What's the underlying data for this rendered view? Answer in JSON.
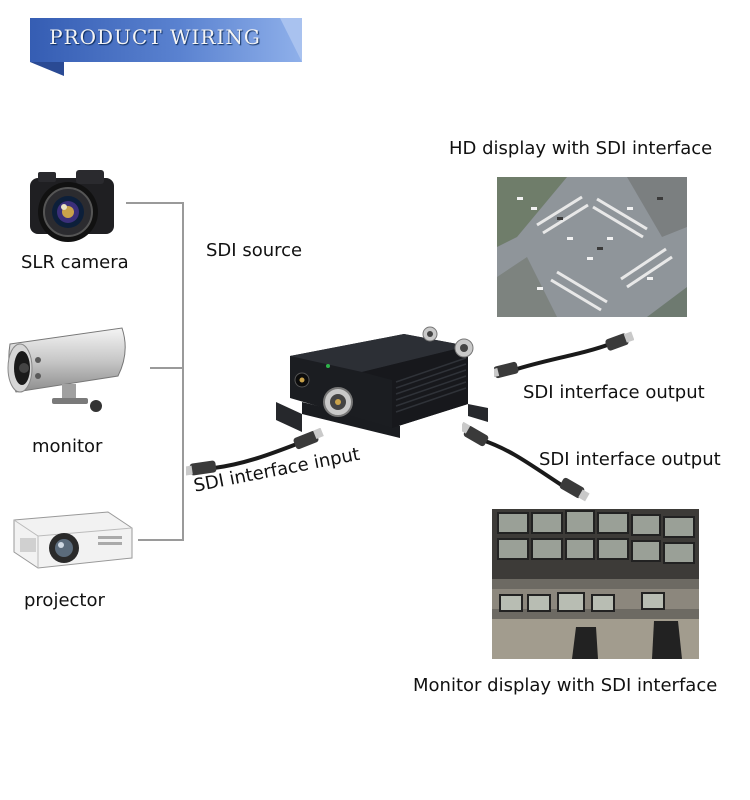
{
  "banner": {
    "title": "PRODUCT WIRING"
  },
  "sources": {
    "camera_label": "SLR camera",
    "monitor_label": "monitor",
    "projector_label": "projector",
    "group_label": "SDI source"
  },
  "input": {
    "label": "SDI interface input"
  },
  "outputs": [
    {
      "label": "SDI interface output"
    },
    {
      "label": "SDI interface output"
    }
  ],
  "displays": {
    "hd_label": "HD display with SDI interface",
    "monitor_wall_label": "Monitor display with SDI interface"
  },
  "colors": {
    "banner": "#3b63b8",
    "banner_light": "#6f95dc",
    "wire": "#9a9a9a",
    "device": "#1b1d21"
  }
}
